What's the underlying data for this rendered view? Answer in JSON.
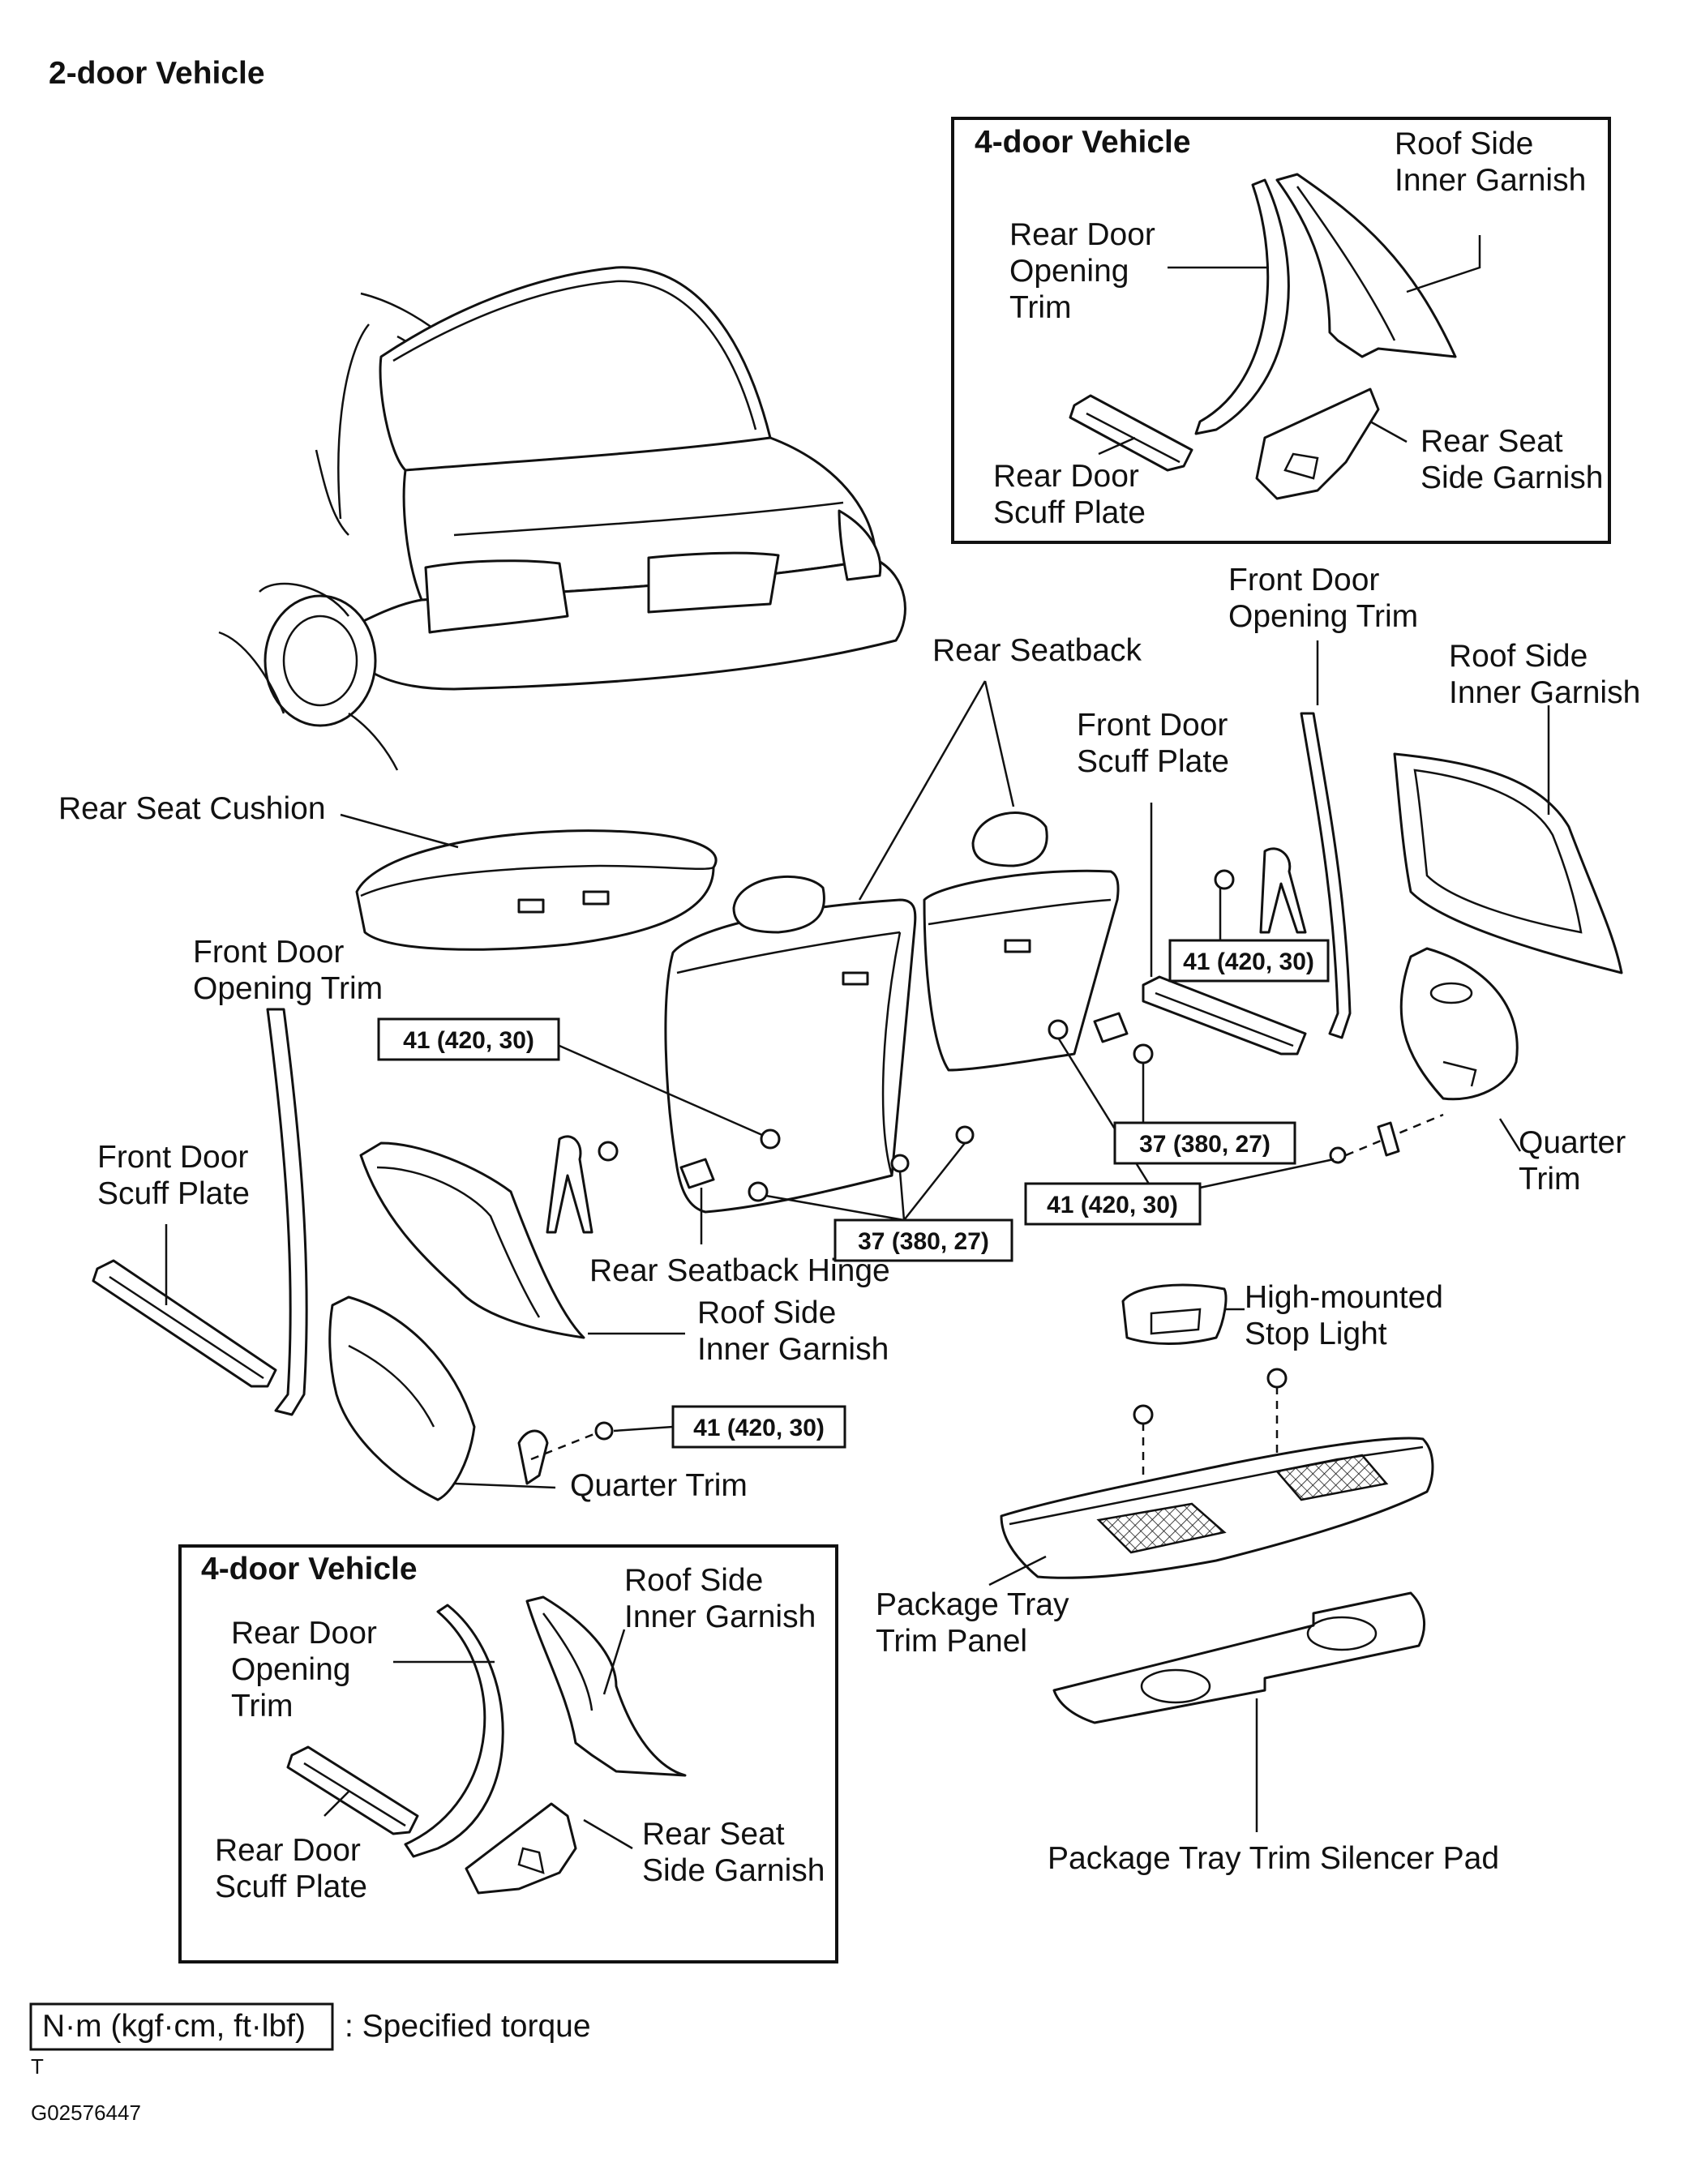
{
  "title": "2-door Vehicle",
  "inset_top": {
    "title": "4-door Vehicle",
    "labels": {
      "roof_side_1": "Roof Side",
      "roof_side_2": "Inner Garnish",
      "rear_door_opening_1": "Rear Door",
      "rear_door_opening_2": "Opening",
      "rear_door_opening_3": "Trim",
      "rear_seat_side_1": "Rear Seat",
      "rear_seat_side_2": "Side Garnish",
      "rear_door_scuff_1": "Rear Door",
      "rear_door_scuff_2": "Scuff Plate"
    }
  },
  "inset_bottom": {
    "title": "4-door Vehicle",
    "labels": {
      "roof_side_1": "Roof Side",
      "roof_side_2": "Inner Garnish",
      "rear_door_opening_1": "Rear Door",
      "rear_door_opening_2": "Opening",
      "rear_door_opening_3": "Trim",
      "rear_seat_side_1": "Rear Seat",
      "rear_seat_side_2": "Side Garnish",
      "rear_door_scuff_1": "Rear Door",
      "rear_door_scuff_2": "Scuff Plate"
    }
  },
  "labels": {
    "rear_seatback": "Rear Seatback",
    "front_door_opening_right_1": "Front Door",
    "front_door_opening_right_2": "Opening Trim",
    "roof_side_right_1": "Roof Side",
    "roof_side_right_2": "Inner Garnish",
    "front_door_scuff_right_1": "Front Door",
    "front_door_scuff_right_2": "Scuff Plate",
    "rear_seat_cushion": "Rear Seat Cushion",
    "front_door_opening_left_1": "Front Door",
    "front_door_opening_left_2": "Opening Trim",
    "front_door_scuff_left_1": "Front Door",
    "front_door_scuff_left_2": "Scuff Plate",
    "quarter_trim_right_1": "Quarter",
    "quarter_trim_right_2": "Trim",
    "rear_seatback_hinge": "Rear Seatback Hinge",
    "roof_side_left_1": "Roof Side",
    "roof_side_left_2": "Inner Garnish",
    "high_mounted_1": "High-mounted",
    "high_mounted_2": "Stop Light",
    "quarter_trim_left": "Quarter Trim",
    "package_tray_1": "Package Tray",
    "package_tray_2": "Trim Panel",
    "silencer_pad": "Package Tray Trim Silencer Pad"
  },
  "torques": {
    "t1": "41 (420, 30)",
    "t2": "41 (420, 30)",
    "t3": "37 (380, 27)",
    "t4": "41 (420, 30)",
    "t5": "37 (380, 27)",
    "t6": "41 (420, 30)"
  },
  "legend": {
    "unit_box": "N·m (kgf·cm, ft·lbf)",
    "text": ": Specified torque",
    "mark": "T"
  },
  "figure_code": "G02576447"
}
